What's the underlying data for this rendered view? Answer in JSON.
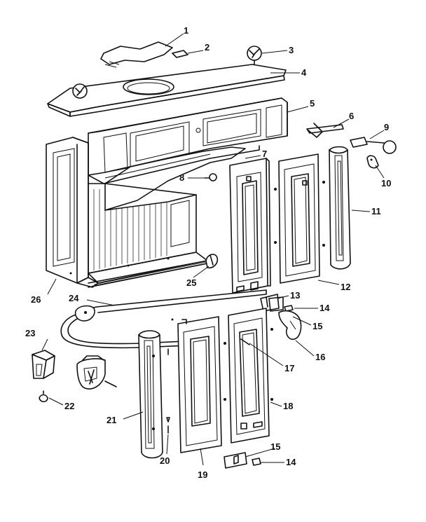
{
  "diagram": {
    "type": "exploded-parts-view",
    "callouts": [
      {
        "id": "c1",
        "label": "1"
      },
      {
        "id": "c2",
        "label": "2"
      },
      {
        "id": "c3",
        "label": "3"
      },
      {
        "id": "c4",
        "label": "4"
      },
      {
        "id": "c5",
        "label": "5"
      },
      {
        "id": "c6",
        "label": "6"
      },
      {
        "id": "c7",
        "label": "7"
      },
      {
        "id": "c8",
        "label": "8"
      },
      {
        "id": "c9",
        "label": "9"
      },
      {
        "id": "c10",
        "label": "10"
      },
      {
        "id": "c11",
        "label": "11"
      },
      {
        "id": "c12",
        "label": "12"
      },
      {
        "id": "c13",
        "label": "13"
      },
      {
        "id": "c14a",
        "label": "14"
      },
      {
        "id": "c15a",
        "label": "15"
      },
      {
        "id": "c16",
        "label": "16"
      },
      {
        "id": "c17",
        "label": "17"
      },
      {
        "id": "c18",
        "label": "18"
      },
      {
        "id": "c19",
        "label": "19"
      },
      {
        "id": "c20",
        "label": "20"
      },
      {
        "id": "c21",
        "label": "21"
      },
      {
        "id": "c22",
        "label": "22"
      },
      {
        "id": "c23",
        "label": "23"
      },
      {
        "id": "c24",
        "label": "24"
      },
      {
        "id": "c25",
        "label": "25"
      },
      {
        "id": "c26",
        "label": "26"
      },
      {
        "id": "c15b",
        "label": "15"
      },
      {
        "id": "c14b",
        "label": "14"
      }
    ]
  }
}
